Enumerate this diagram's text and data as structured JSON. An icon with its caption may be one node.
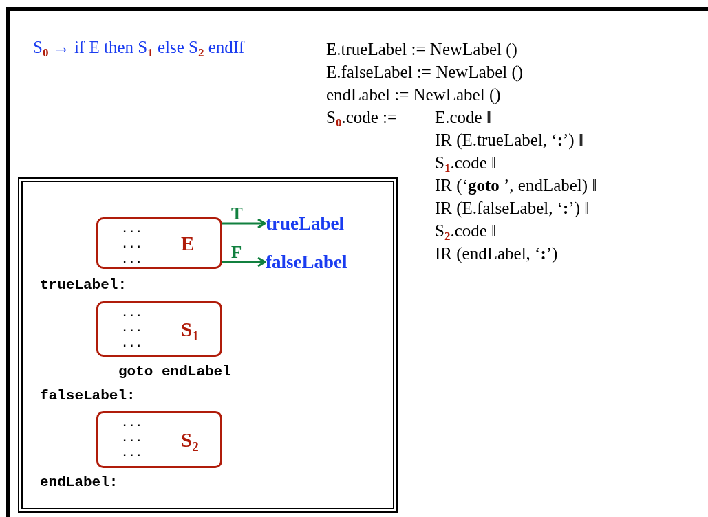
{
  "diagram": {
    "nodes": [
      {
        "text": [
          "trueLabel:",
          "goto endLabel",
          "falseLabel:",
          "endLabel:"
        ]
      },
      {
        "text": [
          "... ... ...",
          "E"
        ],
        "in": 0
      },
      {
        "text": [
          "trueLabel"
        ],
        "in": 0
      },
      {
        "text": [
          "falseLabel"
        ],
        "in": 0
      },
      {
        "text": [
          "... ... ...",
          "S$_{1}$"
        ],
        "in": 0
      },
      {
        "text": [
          "... ... ...",
          "S$_{2}$"
        ],
        "in": 0
      }
    ],
    "edges": [
      {
        "from": 1,
        "to": 2,
        "arrow": "to",
        "label": "T"
      },
      {
        "from": 1,
        "to": 3,
        "arrow": "to",
        "label": "F"
      }
    ],
    "labels": [
      "S$_{0}$ → if E then S$_{1}$ else S$_{2}$ endIf",
      "E.trueLabel := NewLabel ()",
      "E.falseLabel := NewLabel ()",
      "endLabel := NewLabel ()",
      "S$_{0}$.code :=",
      "E.code ‖",
      "IR (E.trueLabel, ‘**:**’) ‖",
      "S$_{1}$.code ‖",
      "IR (‘**goto** ’, endLabel) ‖",
      "IR (E.falseLabel, ‘**:**’) ‖",
      "S$_{2}$.code ‖",
      "IR (endLabel, ‘**:**’)"
    ]
  }
}
